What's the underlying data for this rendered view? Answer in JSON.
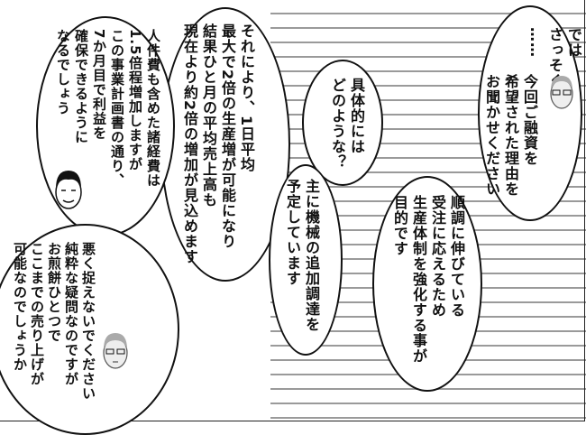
{
  "panel": {
    "bubbles": [
      {
        "id": "intro",
        "lines": [
          "では",
          "さっそく",
          "……"
        ]
      },
      {
        "id": "reason-request",
        "lines": [
          "今回ご融資を",
          "希望された理由を",
          "お聞かせください"
        ]
      },
      {
        "id": "specifics",
        "lines": [
          "具体的には",
          "どのような？"
        ]
      },
      {
        "id": "purpose",
        "lines": [
          "順調に伸びている",
          "受注に応えるため",
          "生産体制を強化する事が",
          "目的です"
        ]
      },
      {
        "id": "machinery",
        "lines": [
          "主に機械の追加調達を",
          "予定しています"
        ]
      },
      {
        "id": "production",
        "lines": [
          "それにより、1日平均",
          "最大で2倍の生産増が可能になり",
          "結果ひと月の平均売上高も",
          "現在より約2倍の増加が見込めます"
        ]
      },
      {
        "id": "costs",
        "lines": [
          "人件費も含めた諸経費は",
          "1.5倍程増加しますが",
          "この事業計画書の通り、",
          "7か月目で利益を",
          "確保できるように",
          "なるでしょう"
        ]
      },
      {
        "id": "question",
        "lines": [
          "悪く捉えないでください",
          "純粋な疑問なのですが",
          "お煎餅ひとつで",
          "ここまでの売り上げが",
          "可能なのでしょうか"
        ]
      }
    ]
  }
}
